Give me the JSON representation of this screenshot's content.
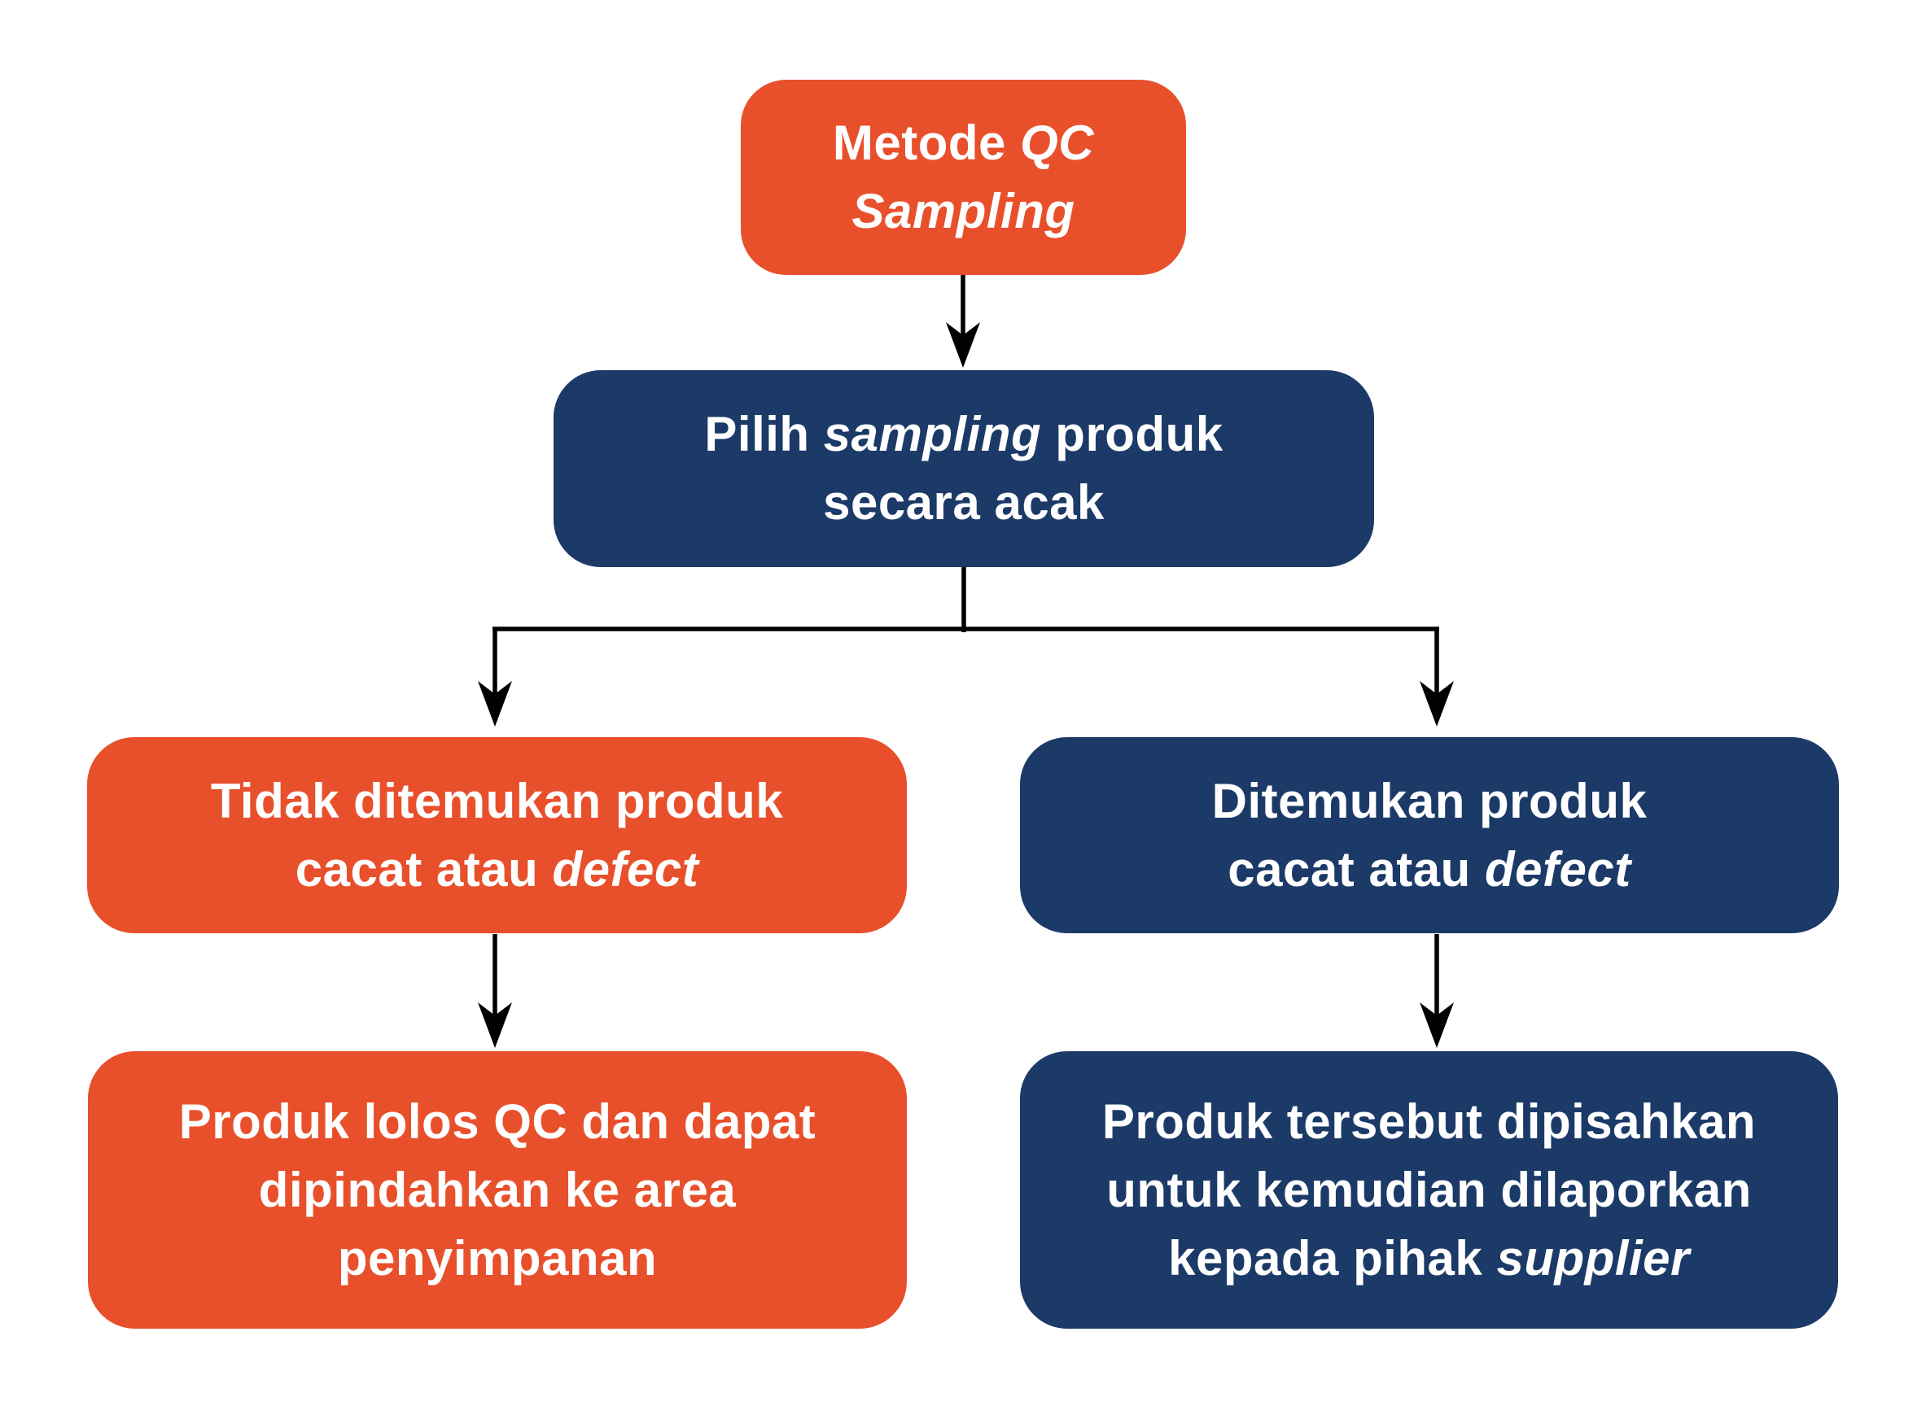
{
  "palette": {
    "orange": "#E8502C",
    "navy": "#1C3A68",
    "line": "#000000",
    "background": "#FFFFFF",
    "text": "#FFFFFF"
  },
  "diagram": {
    "type": "flowchart",
    "title": "Metode QC Sampling",
    "nodes": [
      {
        "id": "metode-qc-sampling",
        "fill": "orange",
        "lines": [
          {
            "segments": [
              {
                "text": "Metode ",
                "italic": false
              },
              {
                "text": "QC",
                "italic": true
              }
            ]
          },
          {
            "segments": [
              {
                "text": "Sampling",
                "italic": true
              }
            ]
          }
        ]
      },
      {
        "id": "pilih-sampling-acak",
        "fill": "navy",
        "lines": [
          {
            "segments": [
              {
                "text": "Pilih ",
                "italic": false
              },
              {
                "text": "sampling",
                "italic": true
              },
              {
                "text": " produk",
                "italic": false
              }
            ]
          },
          {
            "segments": [
              {
                "text": "secara acak",
                "italic": false
              }
            ]
          }
        ]
      },
      {
        "id": "tidak-ditemukan-defect",
        "fill": "orange",
        "lines": [
          {
            "segments": [
              {
                "text": "Tidak ditemukan produk",
                "italic": false
              }
            ]
          },
          {
            "segments": [
              {
                "text": "cacat atau ",
                "italic": false
              },
              {
                "text": "defect",
                "italic": true
              }
            ]
          }
        ]
      },
      {
        "id": "ditemukan-defect",
        "fill": "navy",
        "lines": [
          {
            "segments": [
              {
                "text": "Ditemukan produk",
                "italic": false
              }
            ]
          },
          {
            "segments": [
              {
                "text": "cacat atau ",
                "italic": false
              },
              {
                "text": "defect",
                "italic": true
              }
            ]
          }
        ]
      },
      {
        "id": "produk-lolos-qc",
        "fill": "orange",
        "lines": [
          {
            "segments": [
              {
                "text": "Produk lolos QC dan dapat",
                "italic": false
              }
            ]
          },
          {
            "segments": [
              {
                "text": "dipindahkan ke area",
                "italic": false
              }
            ]
          },
          {
            "segments": [
              {
                "text": "penyimpanan",
                "italic": false
              }
            ]
          }
        ]
      },
      {
        "id": "produk-dipisahkan",
        "fill": "navy",
        "lines": [
          {
            "segments": [
              {
                "text": "Produk tersebut dipisahkan",
                "italic": false
              }
            ]
          },
          {
            "segments": [
              {
                "text": "untuk kemudian dilaporkan",
                "italic": false
              }
            ]
          },
          {
            "segments": [
              {
                "text": "kepada pihak ",
                "italic": false
              },
              {
                "text": "supplier",
                "italic": true
              }
            ]
          }
        ]
      }
    ],
    "edges": [
      {
        "from": "metode-qc-sampling",
        "to": "pilih-sampling-acak"
      },
      {
        "from": "pilih-sampling-acak",
        "to": "tidak-ditemukan-defect"
      },
      {
        "from": "pilih-sampling-acak",
        "to": "ditemukan-defect"
      },
      {
        "from": "tidak-ditemukan-defect",
        "to": "produk-lolos-qc"
      },
      {
        "from": "ditemukan-defect",
        "to": "produk-dipisahkan"
      }
    ]
  }
}
